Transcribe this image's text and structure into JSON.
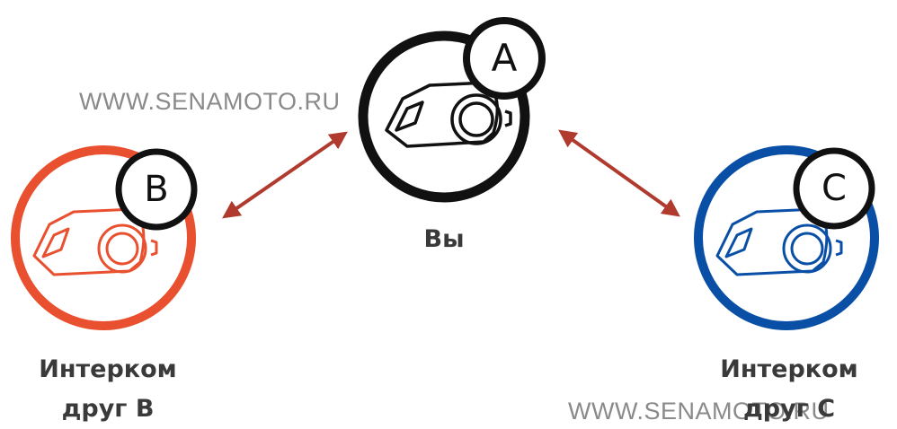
{
  "nodes": {
    "a": {
      "badge": "A",
      "caption": "Вы",
      "color": "#111111"
    },
    "b": {
      "badge": "B",
      "caption_line1": "Интерком",
      "caption_line2": "друг B",
      "color": "#e8502f"
    },
    "c": {
      "badge": "C",
      "caption_line1": "Интерком",
      "caption_line2": "друг C",
      "color": "#0a4fa6"
    }
  },
  "arrow_color": "#b03a2e",
  "watermark": "WWW.SENAMOTO.RU"
}
